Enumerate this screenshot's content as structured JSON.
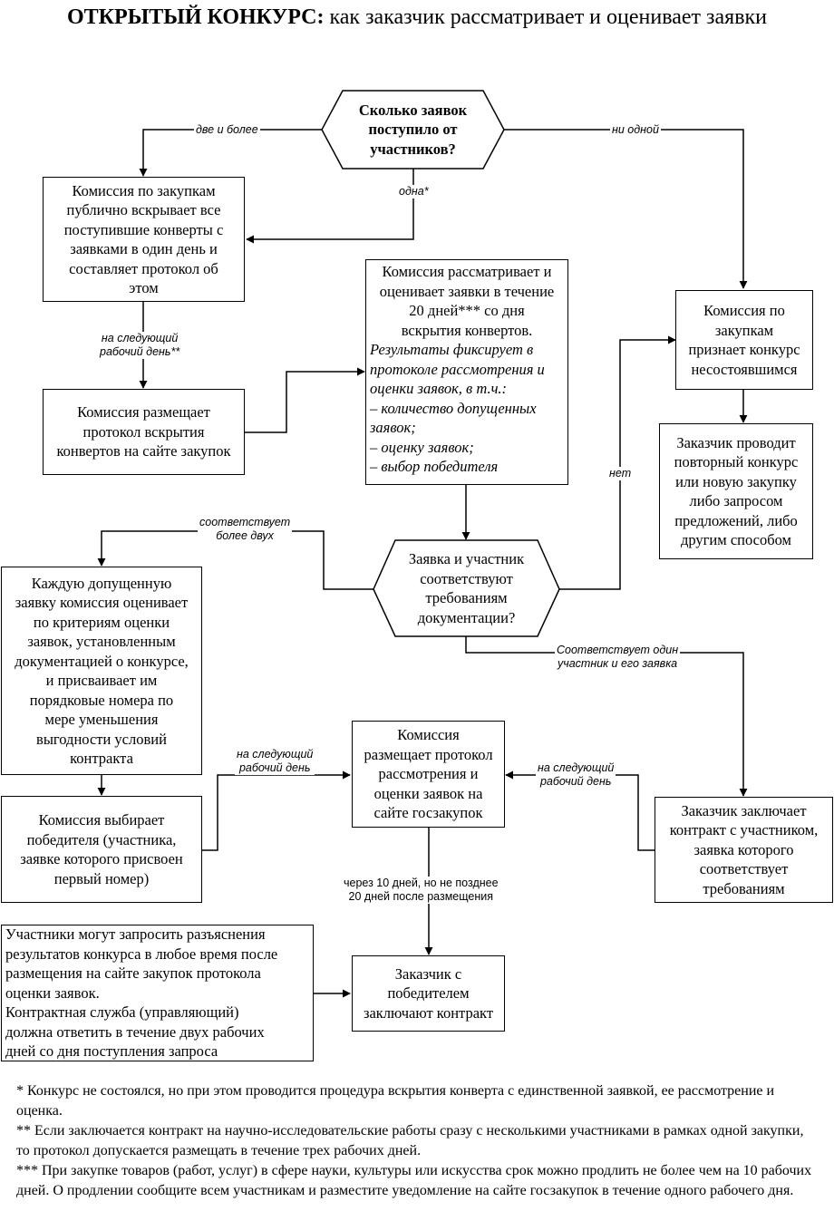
{
  "title": {
    "bold": "ОТКРЫТЫЙ КОНКУРС:",
    "rest": " как заказчик рассматривает и оценивает заявки"
  },
  "decision_count": {
    "lines": [
      "Сколько заявок",
      "поступило от",
      "участников?"
    ]
  },
  "edge_labels": {
    "two_or_more": "две и более",
    "none": "ни одной",
    "one": "одна*",
    "next_day_1": [
      "на следующий",
      "рабочий день**"
    ],
    "more_than_two": [
      "соответствует",
      "более двух"
    ],
    "no": "нет",
    "one_participant": [
      "Соответствует один",
      "участник и его заявка"
    ],
    "next_day_left": [
      "на следующий",
      "рабочий день"
    ],
    "next_day_right": [
      "на следующий",
      "рабочий день"
    ],
    "after_days": [
      "через 10 дней, но не позднее",
      "20 дней после размещения"
    ]
  },
  "box_open": {
    "lines": [
      "Комиссия по закупкам",
      "публично вскрывает все",
      "поступившие конверты с",
      "заявками в один день и",
      "составляет протокол об",
      "этом"
    ]
  },
  "box_post_open": {
    "lines": [
      "Комиссия размещает",
      "протокол вскрытия",
      "конвертов на сайте закупок"
    ]
  },
  "box_review": {
    "normal": [
      "Комиссия рассматривает и",
      "оценивает заявки в течение",
      "20 дней*** со дня",
      "вскрытия конвертов."
    ],
    "italic": [
      "Результаты фиксирует в",
      "протоколе рассмотрения и",
      "оценки заявок, в т.ч.:",
      "– количество допущенных",
      "заявок;",
      "– оценку заявок;",
      "– выбор победителя"
    ]
  },
  "box_failed": {
    "lines": [
      "Комиссия по",
      "закупкам",
      "признает конкурс",
      "несостоявшимся"
    ]
  },
  "box_repeat": {
    "lines": [
      "Заказчик проводит",
      "повторный конкурс",
      "или новую закупку",
      "либо запросом",
      "предложений, либо",
      "другим способом"
    ]
  },
  "decision_match": {
    "lines": [
      "Заявка и участник",
      "соответствуют",
      "требованиям",
      "документации?"
    ]
  },
  "box_rank": {
    "lines": [
      "Каждую допущенную",
      "заявку комиссия оценивает",
      "по критериям оценки",
      "заявок, установленным",
      "документацией о конкурсе,",
      "и присваивает им",
      "порядковые номера по",
      "мере уменьшения",
      "выгодности условий",
      "контракта"
    ]
  },
  "box_winner": {
    "lines": [
      "Комиссия выбирает",
      "победителя (участника,",
      "заявке которого присвоен",
      "первый номер)"
    ]
  },
  "box_post_review": {
    "lines": [
      "Комиссия",
      "размещает протокол",
      "рассмотрения и",
      "оценки заявок на",
      "сайте госзакупок"
    ]
  },
  "box_single_contract": {
    "lines": [
      "Заказчик заключает",
      "контракт с участником,",
      "заявка которого",
      "соответствует",
      "требованиям"
    ]
  },
  "box_questions": {
    "lines": [
      "Участники могут запросить разъяснения",
      "результатов конкурса в любое время после",
      "размещения на сайте закупок протокола",
      "оценки заявок.",
      "Контрактная служба (управляющий)",
      "должна ответить в течение двух рабочих",
      "дней со дня поступления запроса"
    ]
  },
  "box_contract": {
    "lines": [
      "Заказчик с",
      "победителем",
      "заключают контракт"
    ]
  },
  "footnotes": [
    "* Конкурс не состоялся, но при этом проводится процедура вскрытия конверта с единственной заявкой, ее рассмотрение и оценка.",
    "** Если заключается контракт на научно-исследовательские работы сразу с несколькими участниками в рамках одной закупки, то протокол допускается размещать в течение трех рабочих дней.",
    "*** При закупке товаров (работ, услуг) в сфере науки, культуры или искусства срок можно продлить не более чем на 10 рабочих дней. О продлении сообщите всем участникам и разместите уведомление на сайте госзакупок в течение одного рабочего дня."
  ]
}
